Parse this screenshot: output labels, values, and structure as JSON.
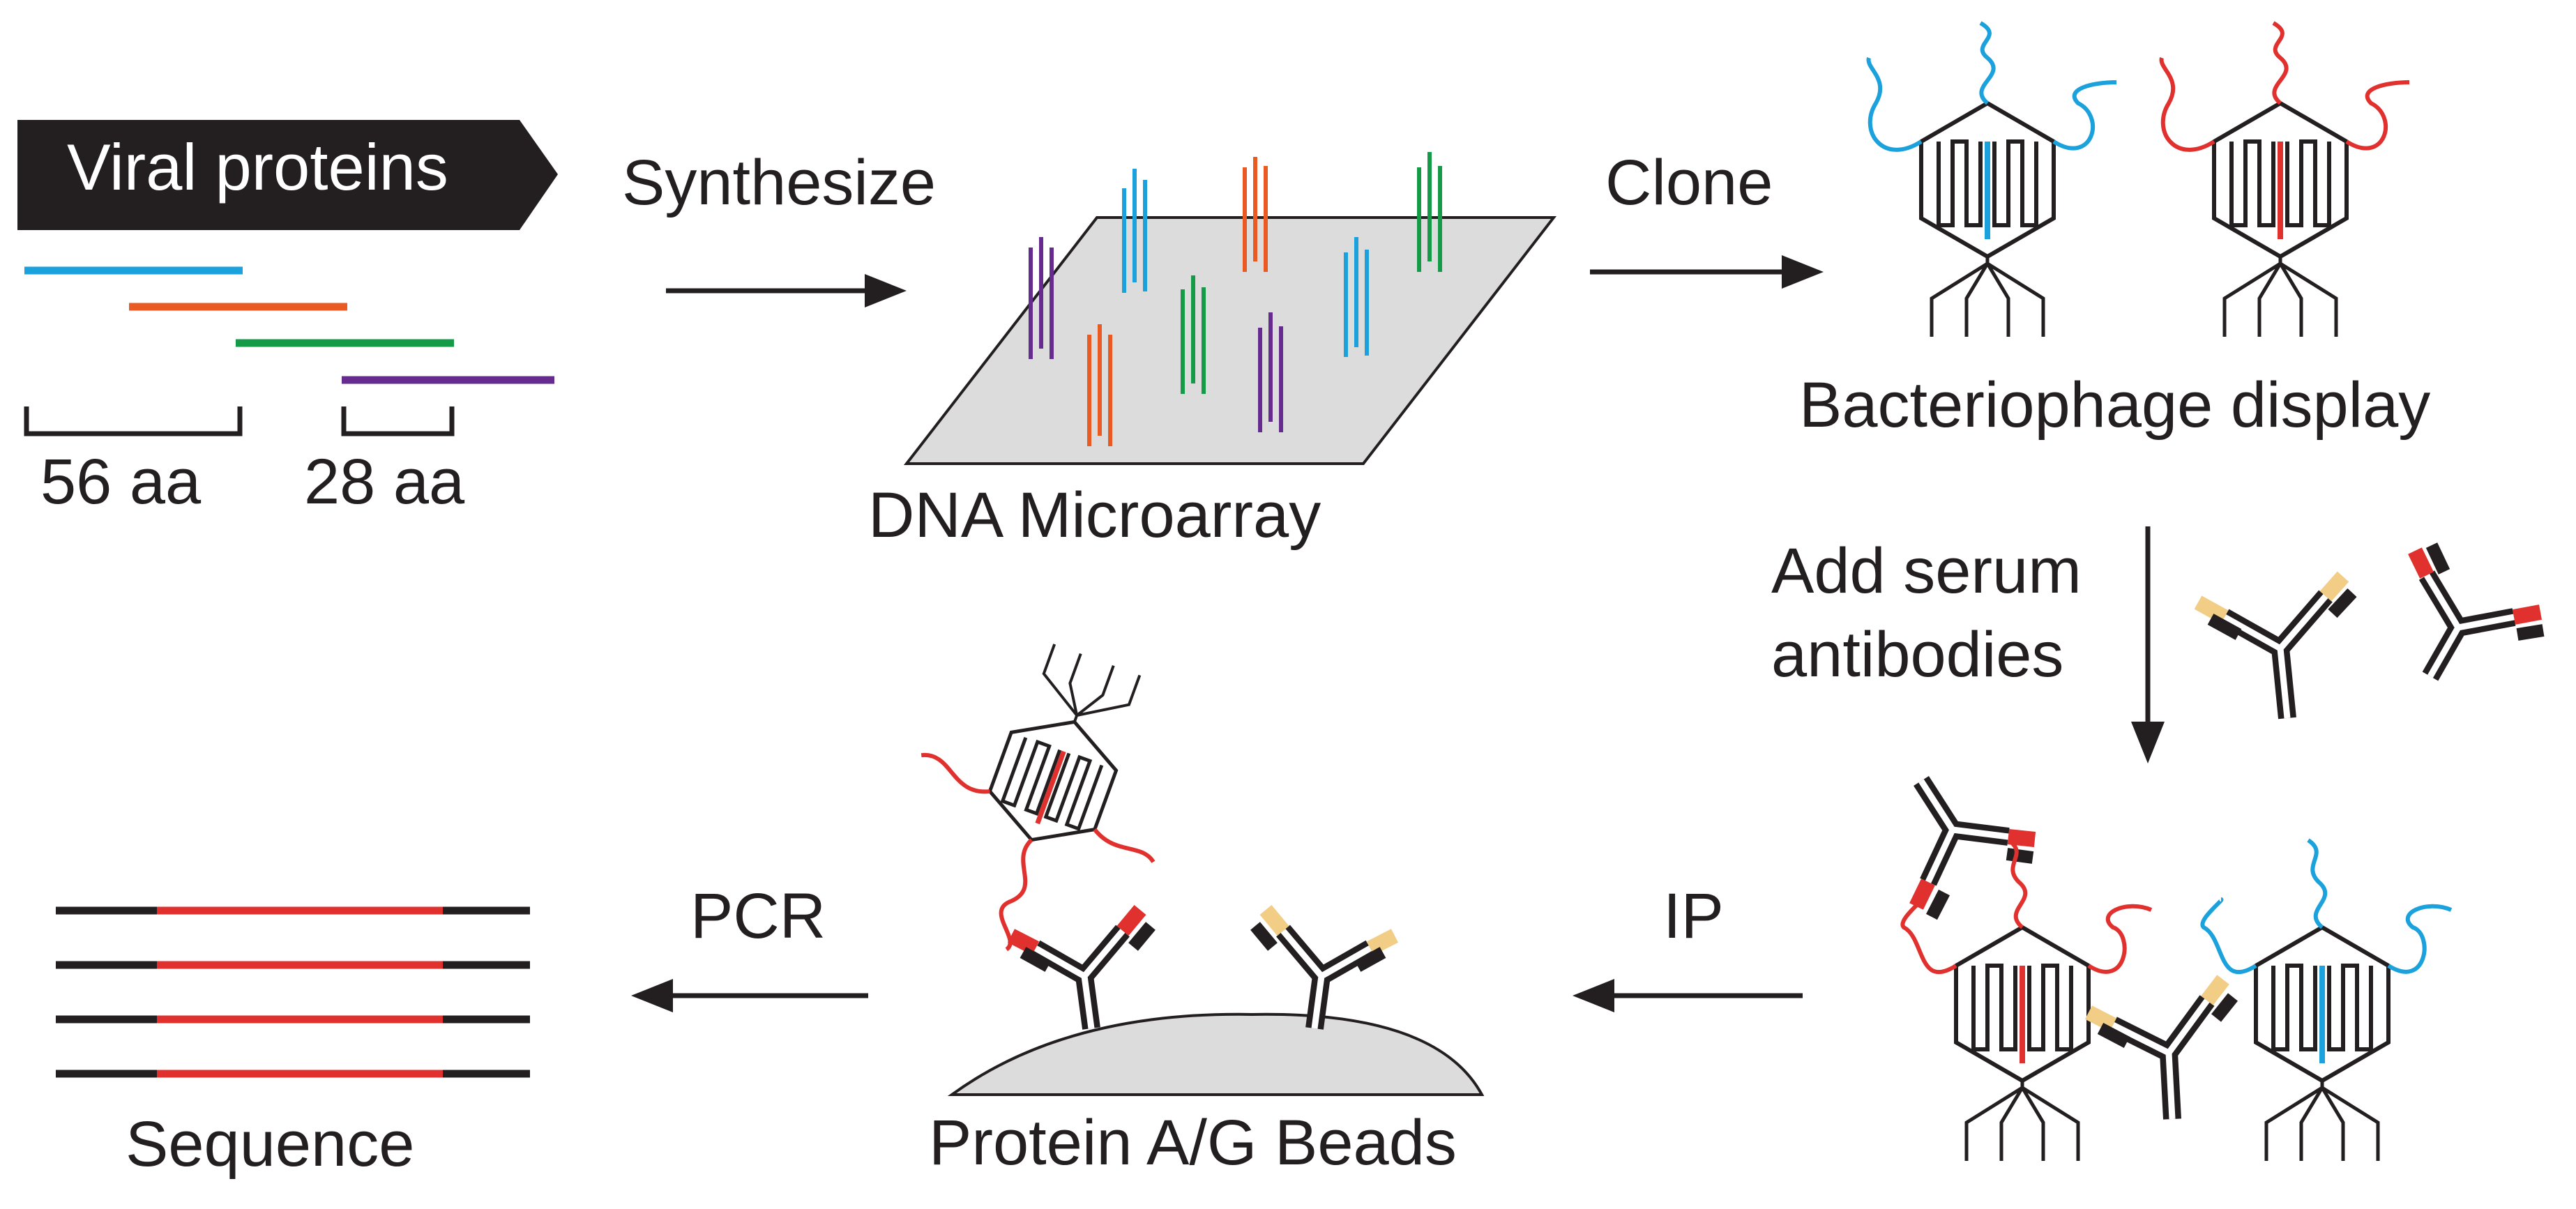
{
  "labels": {
    "viral_proteins": "Viral proteins",
    "aa56": "56 aa",
    "aa28": "28 aa",
    "synthesize": "Synthesize",
    "dna_microarray": "DNA Microarray",
    "clone": "Clone",
    "bacteriophage_display": "Bacteriophage display",
    "add_serum_line1": "Add serum",
    "add_serum_line2": "antibodies",
    "ip": "IP",
    "pcr": "PCR",
    "protein_ag_beads": "Protein A/G Beads",
    "sequence": "Sequence"
  },
  "colors": {
    "text": "#231f20",
    "blue": "#1ba1dc",
    "orange": "#ea5b24",
    "green": "#159b48",
    "purple": "#652b8e",
    "red": "#e0312f",
    "tan": "#f2cd86",
    "gray": "#dcdcdc",
    "black": "#231f20"
  },
  "peptides": [
    "blue",
    "orange",
    "green",
    "purple"
  ],
  "sequence_reads": 4
}
